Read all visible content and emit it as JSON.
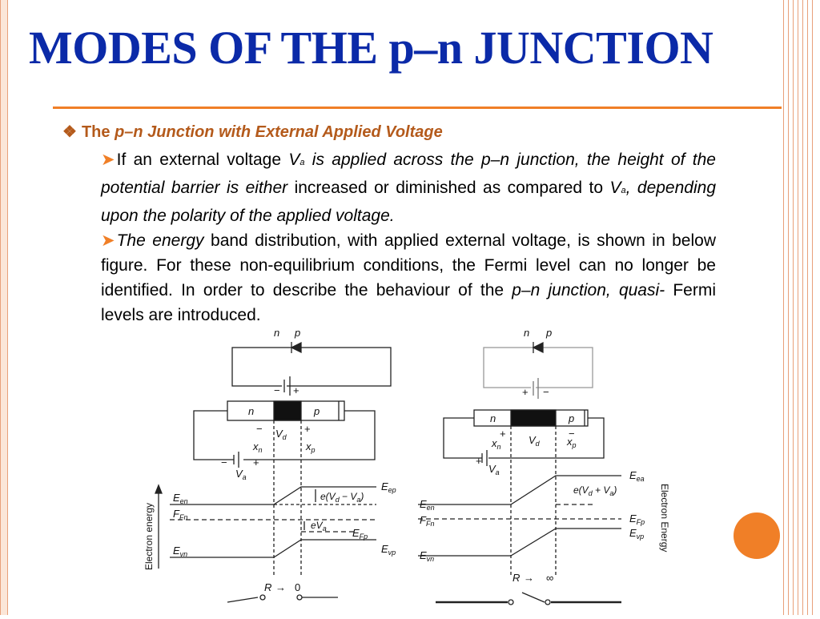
{
  "title": "MODES OF THE p–n JUNCTION",
  "heading": {
    "bullet": "❖",
    "prefix": "The ",
    "italic": "p–n Junction with External Applied Voltage"
  },
  "para1": {
    "s1": "If an external voltage ",
    "v1": "V",
    "v1sub": "a",
    "s2": " is applied across the p–n junction, the height of the potential barrier is either",
    "s3": " increased or diminished as compared to ",
    "v2": "V",
    "v2sub": "a",
    "s4": ", depending upon the polarity of the applied voltage."
  },
  "para2": {
    "s1": "The energy",
    "s2": " band distribution, with applied external voltage, is shown in below figure. For these non-equilibrium conditions, the Fermi level can no longer be identified. In order to describe the behaviour of the ",
    "s3": "p–n junction, quasi-",
    "s4": " Fermi levels are introduced."
  },
  "figure": {
    "left": {
      "diode_n": "n",
      "diode_p": "p",
      "battery_minus": "−",
      "battery_plus": "+",
      "block_n": "n",
      "block_p": "p",
      "minus": "−",
      "plus": "+",
      "vd": "V",
      "vd_sub": "d",
      "xn": "x",
      "xn_sub": "n",
      "xp": "x",
      "xp_sub": "p",
      "va_minus": "−",
      "va_plus": "+",
      "va": "V",
      "va_sub": "a",
      "y_axis": "Electron energy",
      "een": "E",
      "een_sub": "en",
      "ffn": "F",
      "ffn_sub": "Fn",
      "evn": "E",
      "evn_sub": "vn",
      "eep": "E",
      "eep_sub": "ep",
      "efp": "E",
      "efp_sub": "Fp",
      "evp": "E",
      "evp_sub": "vp",
      "barrier_label": "e(V",
      "barrier_d": "d",
      "barrier_mid": " − V",
      "barrier_a": "a",
      "barrier_close": ")",
      "eva": "eV",
      "eva_sub": "a",
      "r_label": "R",
      "r_arrow": "→",
      "r_value": "0"
    },
    "right": {
      "diode_n": "n",
      "diode_p": "p",
      "battery_plus": "+",
      "battery_minus": "−",
      "block_n": "n",
      "block_p": "p",
      "plus": "+",
      "minus": "−",
      "vd": "V",
      "vd_sub": "d",
      "xn": "x",
      "xn_sub": "n",
      "xp": "x",
      "xp_sub": "p",
      "va_plus": "+",
      "va": "V",
      "va_sub": "a",
      "y_axis": "Electron Energy",
      "een": "E",
      "een_sub": "en",
      "ffn": "F",
      "ffn_sub": "Fn",
      "evn": "E",
      "evn_sub": "vn",
      "eea": "E",
      "eea_sub": "ea",
      "efp": "E",
      "efp_sub": "Fp",
      "evp": "E",
      "evp_sub": "vp",
      "barrier_label": "e(V",
      "barrier_d": "d",
      "barrier_mid": " + V",
      "barrier_a": "a",
      "barrier_close": ")",
      "r_label": "R",
      "r_arrow": "→",
      "r_value": "∞"
    }
  },
  "colors": {
    "title": "#0b2aa8",
    "heading": "#b45a1b",
    "accent": "#f07f27",
    "border": "#e8a07a"
  }
}
